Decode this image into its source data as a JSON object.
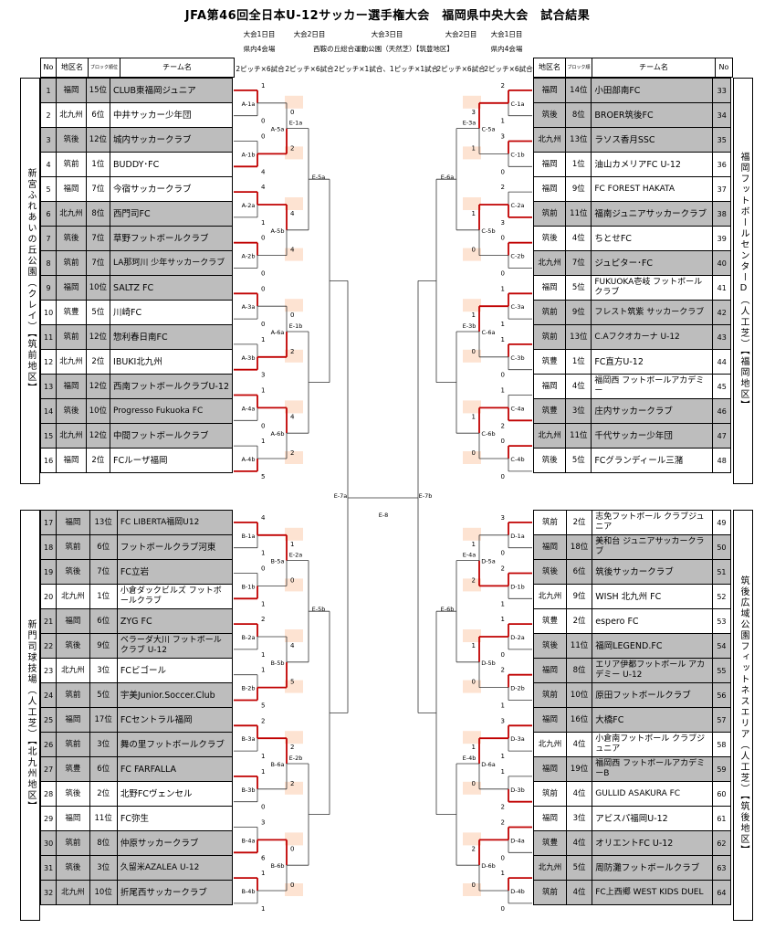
{
  "title": "JFA第46回全日本U-12サッカー選手権大会　福岡県中央大会　試合結果",
  "header": {
    "left_day1": "大会1日目",
    "left_day1_sub": "県内4会場",
    "left_day2": "大会2日目",
    "day3": "大会3日目",
    "day3_sub": "西鞍の丘総合運動公園（天然芝）【筑豊地区】",
    "right_day2": "大会2日目",
    "right_day1": "大会1日目",
    "right_day1_sub": "県内4会場",
    "pitch_left1": "2ピッチ×6試合",
    "pitch_left2": "2ピッチ×6試合",
    "pitch_mid": "2ピッチ×1試合、1ピッチ×1試合",
    "pitch_right2": "2ピッチ×6試合",
    "pitch_right1": "2ピッチ×6試合"
  },
  "columns": {
    "no": "No",
    "area": "地区名",
    "rank": "ブロック順位",
    "team": "チーム名"
  },
  "left_teams": [
    {
      "no": "1",
      "area": "福岡",
      "rank": "15位",
      "team": "CLUB東福岡ジュニア",
      "gray": true
    },
    {
      "no": "2",
      "area": "北九州",
      "rank": "6位",
      "team": "中井サッカー少年団",
      "gray": false
    },
    {
      "no": "3",
      "area": "筑後",
      "rank": "12位",
      "team": "城内サッカークラブ",
      "gray": true
    },
    {
      "no": "4",
      "area": "筑前",
      "rank": "1位",
      "team": "BUDDY･FC",
      "gray": false
    },
    {
      "no": "5",
      "area": "福岡",
      "rank": "7位",
      "team": "今宿サッカークラブ",
      "gray": false
    },
    {
      "no": "6",
      "area": "北九州",
      "rank": "8位",
      "team": "西門司FC",
      "gray": true
    },
    {
      "no": "7",
      "area": "筑後",
      "rank": "7位",
      "team": "草野フットボールクラブ",
      "gray": true
    },
    {
      "no": "8",
      "area": "筑前",
      "rank": "7位",
      "team": "LA那珂川 少年サッカークラブ",
      "gray": true
    },
    {
      "no": "9",
      "area": "福岡",
      "rank": "10位",
      "team": "SALTZ FC",
      "gray": true
    },
    {
      "no": "10",
      "area": "筑豊",
      "rank": "5位",
      "team": "川崎FC",
      "gray": false
    },
    {
      "no": "11",
      "area": "筑前",
      "rank": "12位",
      "team": "惣利春日南FC",
      "gray": true
    },
    {
      "no": "12",
      "area": "北九州",
      "rank": "2位",
      "team": "IBUKI北九州",
      "gray": false
    },
    {
      "no": "13",
      "area": "福岡",
      "rank": "12位",
      "team": "西南フットボールクラブU-12",
      "gray": true
    },
    {
      "no": "14",
      "area": "筑後",
      "rank": "10位",
      "team": "Progresso Fukuoka FC",
      "gray": true
    },
    {
      "no": "15",
      "area": "北九州",
      "rank": "12位",
      "team": "中間フットボールクラブ",
      "gray": true
    },
    {
      "no": "16",
      "area": "福岡",
      "rank": "2位",
      "team": "FCルーザ福岡",
      "gray": false
    },
    {
      "no": "17",
      "area": "福岡",
      "rank": "13位",
      "team": "FC LIBERTA福岡U12",
      "gray": true
    },
    {
      "no": "18",
      "area": "筑前",
      "rank": "6位",
      "team": "フットボールクラブ河東",
      "gray": true
    },
    {
      "no": "19",
      "area": "筑後",
      "rank": "7位",
      "team": "FC立岩",
      "gray": true
    },
    {
      "no": "20",
      "area": "北九州",
      "rank": "1位",
      "team": "小倉ダックビルズ フットボールクラブ",
      "gray": false
    },
    {
      "no": "21",
      "area": "福岡",
      "rank": "6位",
      "team": "ZYG FC",
      "gray": true
    },
    {
      "no": "22",
      "area": "筑後",
      "rank": "9位",
      "team": "ベラーダ大川 フットボールクラブ U-12",
      "gray": true
    },
    {
      "no": "23",
      "area": "北九州",
      "rank": "3位",
      "team": "FCビゴール",
      "gray": false
    },
    {
      "no": "24",
      "area": "筑前",
      "rank": "5位",
      "team": "宇美Junior.Soccer.Club",
      "gray": true
    },
    {
      "no": "25",
      "area": "福岡",
      "rank": "17位",
      "team": "FCセントラル福岡",
      "gray": true
    },
    {
      "no": "26",
      "area": "筑前",
      "rank": "3位",
      "team": "舞の里フットボールクラブ",
      "gray": true
    },
    {
      "no": "27",
      "area": "筑豊",
      "rank": "6位",
      "team": "FC FARFALLA",
      "gray": true
    },
    {
      "no": "28",
      "area": "筑後",
      "rank": "2位",
      "team": "北野FCヴェンセル",
      "gray": false
    },
    {
      "no": "29",
      "area": "福岡",
      "rank": "11位",
      "team": "FC弥生",
      "gray": false
    },
    {
      "no": "30",
      "area": "筑前",
      "rank": "8位",
      "team": "仲原サッカークラブ",
      "gray": true
    },
    {
      "no": "31",
      "area": "筑後",
      "rank": "3位",
      "team": "久留米AZALEA U-12",
      "gray": true
    },
    {
      "no": "32",
      "area": "北九州",
      "rank": "10位",
      "team": "折尾西サッカークラブ",
      "gray": true
    }
  ],
  "right_teams": [
    {
      "no": "33",
      "area": "福岡",
      "rank": "14位",
      "team": "小田部南FC",
      "gray": true
    },
    {
      "no": "34",
      "area": "筑後",
      "rank": "8位",
      "team": "BROER筑後FC",
      "gray": true
    },
    {
      "no": "35",
      "area": "北九州",
      "rank": "13位",
      "team": "ラソス香月SSC",
      "gray": true
    },
    {
      "no": "36",
      "area": "福岡",
      "rank": "1位",
      "team": "油山カメリアFC U-12",
      "gray": false
    },
    {
      "no": "37",
      "area": "福岡",
      "rank": "9位",
      "team": "FC FOREST HAKATA",
      "gray": false
    },
    {
      "no": "38",
      "area": "筑前",
      "rank": "11位",
      "team": "福南ジュニアサッカークラブ",
      "gray": true
    },
    {
      "no": "39",
      "area": "筑後",
      "rank": "4位",
      "team": "ちとせFC",
      "gray": false
    },
    {
      "no": "40",
      "area": "北九州",
      "rank": "7位",
      "team": "ジュピター･FC",
      "gray": true
    },
    {
      "no": "41",
      "area": "福岡",
      "rank": "5位",
      "team": "FUKUOKA壱岐 フットボールクラブ",
      "gray": false
    },
    {
      "no": "42",
      "area": "筑前",
      "rank": "9位",
      "team": "フレスト筑紫 サッカークラブ",
      "gray": true
    },
    {
      "no": "43",
      "area": "筑前",
      "rank": "13位",
      "team": "C.Aフクオカーナ U-12",
      "gray": true
    },
    {
      "no": "44",
      "area": "筑豊",
      "rank": "1位",
      "team": "FC直方U-12",
      "gray": false
    },
    {
      "no": "45",
      "area": "福岡",
      "rank": "4位",
      "team": "福岡西 フットボールアカデミー",
      "gray": false
    },
    {
      "no": "46",
      "area": "筑豊",
      "rank": "3位",
      "team": "庄内サッカークラブ",
      "gray": true
    },
    {
      "no": "47",
      "area": "北九州",
      "rank": "11位",
      "team": "千代サッカー少年団",
      "gray": true
    },
    {
      "no": "48",
      "area": "筑後",
      "rank": "5位",
      "team": "FCグランディール三潴",
      "gray": false
    },
    {
      "no": "49",
      "area": "筑前",
      "rank": "2位",
      "team": "志免フットボール クラブジュニア",
      "gray": false
    },
    {
      "no": "50",
      "area": "福岡",
      "rank": "18位",
      "team": "美和台 ジュニアサッカークラブ",
      "gray": true
    },
    {
      "no": "51",
      "area": "筑後",
      "rank": "6位",
      "team": "筑後サッカークラブ",
      "gray": true
    },
    {
      "no": "52",
      "area": "北九州",
      "rank": "9位",
      "team": "WISH 北九州 FC",
      "gray": false
    },
    {
      "no": "53",
      "area": "筑豊",
      "rank": "2位",
      "team": "espero FC",
      "gray": false
    },
    {
      "no": "54",
      "area": "筑後",
      "rank": "11位",
      "team": "福岡LEGEND.FC",
      "gray": true
    },
    {
      "no": "55",
      "area": "福岡",
      "rank": "8位",
      "team": "エリア伊都フットボール アカデミー U-12",
      "gray": true
    },
    {
      "no": "56",
      "area": "筑前",
      "rank": "10位",
      "team": "原田フットボールクラブ",
      "gray": true
    },
    {
      "no": "57",
      "area": "福岡",
      "rank": "16位",
      "team": "大橋FC",
      "gray": true
    },
    {
      "no": "58",
      "area": "北九州",
      "rank": "4位",
      "team": "小倉南フットボール クラブジュニア",
      "gray": false
    },
    {
      "no": "59",
      "area": "福岡",
      "rank": "19位",
      "team": "福岡西 フットボールアカデミーB",
      "gray": true
    },
    {
      "no": "60",
      "area": "筑前",
      "rank": "4位",
      "team": "GULLID ASAKURA FC",
      "gray": false
    },
    {
      "no": "61",
      "area": "福岡",
      "rank": "3位",
      "team": "アビスパ福岡U-12",
      "gray": false
    },
    {
      "no": "62",
      "area": "筑豊",
      "rank": "4位",
      "team": "オリエントFC U-12",
      "gray": true
    },
    {
      "no": "63",
      "area": "北九州",
      "rank": "5位",
      "team": "周防灘フットボールクラブ",
      "gray": true
    },
    {
      "no": "64",
      "area": "筑前",
      "rank": "4位",
      "team": "FC上西郷 WEST KIDS DUEL",
      "gray": true
    }
  ],
  "venues": {
    "left_top": "新宮ふれあいの丘公園（クレイ）【筑前地区】",
    "left_bottom": "新門司球技場（人工芝）【北九州地区】",
    "right_top": "福岡フットボールセンターD（人工芝）【福岡地区】",
    "right_bottom": "筑後広域公園フィットネスエリア（人工芝）【筑後地区】"
  },
  "left_scores": [
    [
      "1",
      "0"
    ],
    [
      "0",
      "4"
    ],
    [
      "4",
      "1"
    ],
    [
      "0",
      "0"
    ],
    [
      "0",
      "0"
    ],
    [
      "1",
      "3"
    ],
    [
      "1",
      "0"
    ],
    [
      "1",
      "5"
    ],
    [
      "4",
      "1"
    ],
    [
      "0",
      "1"
    ],
    [
      "2",
      "1"
    ],
    [
      "1",
      "5"
    ],
    [
      "2",
      "1"
    ],
    [
      "1",
      "0"
    ],
    [
      "3",
      "6"
    ],
    [
      "1",
      "1"
    ]
  ],
  "right_scores": [
    [
      "2",
      "1"
    ],
    [
      "3",
      "0"
    ],
    [
      "2",
      "3"
    ],
    [
      "0",
      "0"
    ],
    [
      "1",
      "1"
    ],
    [
      "1",
      "0"
    ],
    [
      "1",
      "2"
    ],
    [
      "0",
      "0"
    ],
    [
      "3",
      "0"
    ],
    [
      "2",
      "1"
    ],
    [
      "1",
      "0"
    ],
    [
      "2",
      "1"
    ],
    [
      "3",
      "1"
    ],
    [
      "1",
      "2"
    ],
    [
      "2",
      "0"
    ],
    [
      "1",
      "0"
    ]
  ],
  "left_r2_scores": [
    [
      "0",
      "2"
    ],
    [
      "4",
      "4"
    ],
    [
      "0",
      "2"
    ],
    [
      "4",
      "2"
    ],
    [
      "1",
      "0"
    ],
    [
      "4",
      "5"
    ],
    [
      "2",
      "2"
    ],
    [
      "0",
      "0"
    ]
  ],
  "right_r2_scores": [
    [
      "3",
      "1"
    ],
    [
      "1",
      "0"
    ],
    [
      "1",
      "0"
    ],
    [
      "1",
      "0"
    ],
    [
      "1",
      "2"
    ],
    [
      "1",
      "0"
    ],
    [
      "1",
      "0"
    ],
    [
      "2",
      "0"
    ]
  ],
  "match_labels_left": [
    "A-1a",
    "A-1b",
    "A-2a",
    "A-2b",
    "A-3a",
    "A-3b",
    "A-4a",
    "A-4b",
    "B-1a",
    "B-1b",
    "B-2a",
    "B-2b",
    "B-3a",
    "B-3b",
    "B-4a",
    "B-4b"
  ],
  "match_labels_left_r2": [
    "A-5a",
    "A-5b",
    "A-6a",
    "A-6b",
    "B-5a",
    "B-5b",
    "B-6a",
    "B-6b"
  ],
  "match_labels_right": [
    "C-1a",
    "C-1b",
    "C-2a",
    "C-2b",
    "C-3a",
    "C-3b",
    "C-4a",
    "C-4b",
    "D-1a",
    "D-1b",
    "D-2a",
    "D-2b",
    "D-3a",
    "D-3b",
    "D-4a",
    "D-4b"
  ],
  "match_labels_right_r2": [
    "C-5a",
    "C-5b",
    "C-6a",
    "C-6b",
    "D-5a",
    "D-5b",
    "D-6a",
    "D-6b"
  ],
  "match_labels_e": [
    "E-1a",
    "E-1b",
    "E-2a",
    "E-2b",
    "E-3a",
    "E-3b",
    "E-4a",
    "E-4b",
    "E-5a",
    "E-5b",
    "E-6a",
    "E-6b",
    "E-7a",
    "E-7b",
    "E-8"
  ]
}
